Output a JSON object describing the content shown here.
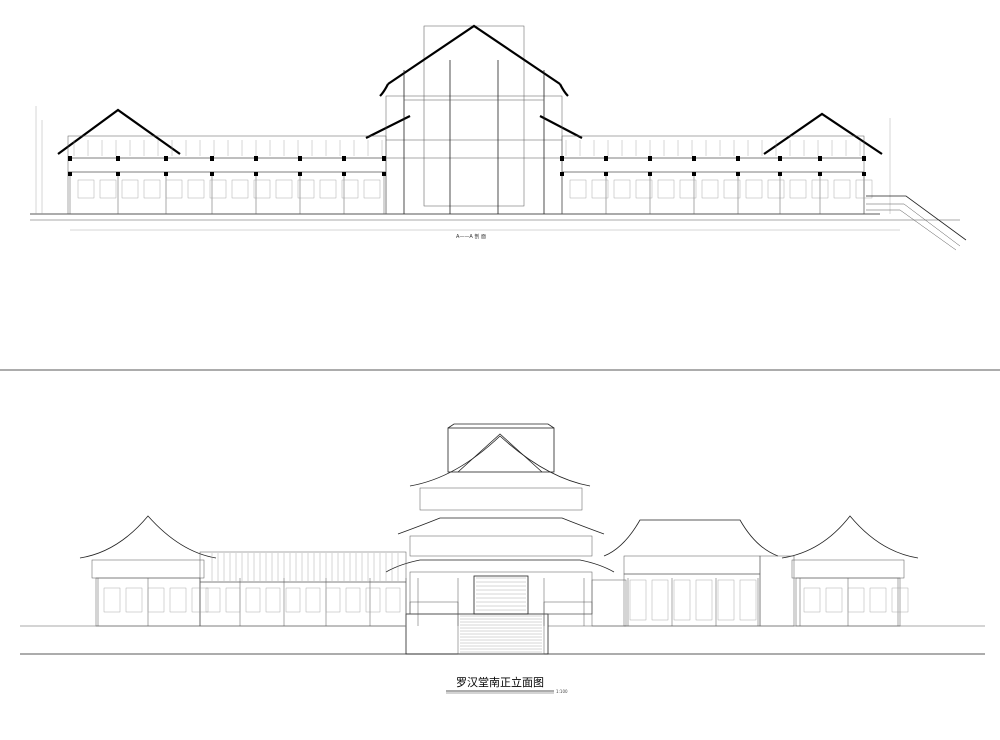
{
  "sheet": {
    "section_title": "A——A 剖 面",
    "elevation_title": "罗汉堂南正立面图",
    "elevation_scale": "1:100"
  }
}
